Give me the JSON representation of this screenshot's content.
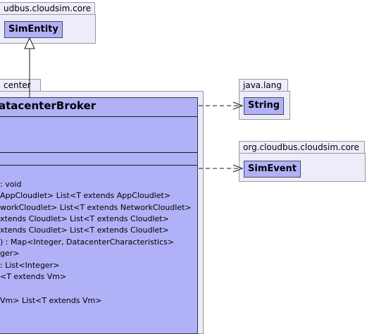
{
  "packages": {
    "core_top": {
      "label": "udbus.cloudsim.core",
      "class_name": "SimEntity"
    },
    "broker_pkg": {
      "label": "center"
    },
    "java_lang": {
      "label": "java.lang",
      "class_name": "String"
    },
    "core_right": {
      "label": "org.cloudbus.cloudsim.core",
      "class_name": "SimEvent"
    }
  },
  "broker": {
    "title": "atacenterBroker",
    "methods": [
      ": void",
      " AppCloudlet> List<T extends AppCloudlet>",
      "workCloudlet> List<T extends NetworkCloudlet>",
      "xtends Cloudlet> List<T extends Cloudlet>",
      "xtends Cloudlet> List<T extends Cloudlet>",
      ") : Map<Integer, DatacenterCharacteristics>",
      "ger>",
      "  : List<Integer>",
      "<T extends Vm>",
      "",
      " Vm> List<T extends Vm>"
    ]
  },
  "colors": {
    "package_fill": "#ececfa",
    "class_fill": "#b1b1f8",
    "border": "#9a9a9a",
    "line": "#1a1a1a"
  }
}
